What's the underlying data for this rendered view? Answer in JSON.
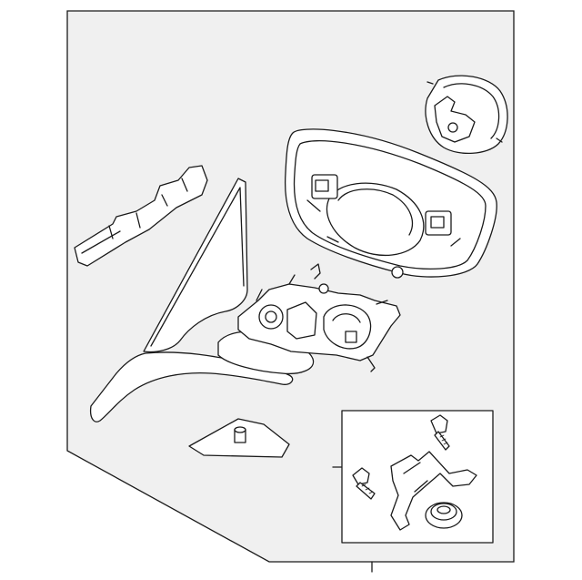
{
  "diagram": {
    "kind": "exploded parts illustration",
    "parts": [
      "mirror-cover",
      "mirror-glass-assembly",
      "trim-bracket",
      "mirror-housing-base",
      "mirror-motor-assembly",
      "mounting-gasket",
      "hardware-kit"
    ],
    "hardware_kit": [
      "upper-bolt",
      "left-bolt",
      "retaining-bracket",
      "grommet"
    ],
    "colors": {
      "background": "#ffffff",
      "panel": "#f0f0f0",
      "line": "#1a1a1a"
    },
    "labels": []
  }
}
